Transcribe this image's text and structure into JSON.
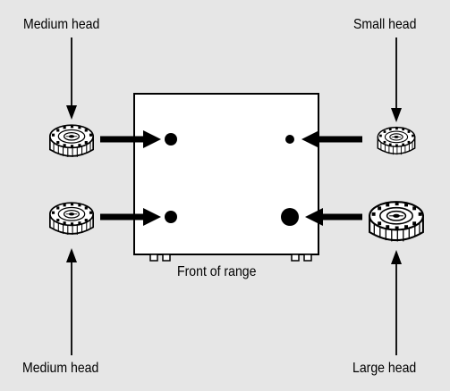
{
  "labels": {
    "top_left": "Medium head",
    "top_right": "Small head",
    "bottom_left": "Medium head",
    "bottom_right": "Large head",
    "range_front": "Front of range"
  },
  "burners": [
    {
      "position": "left-rear",
      "head": "Medium head"
    },
    {
      "position": "right-rear",
      "head": "Small head"
    },
    {
      "position": "left-front",
      "head": "Medium head"
    },
    {
      "position": "right-front",
      "head": "Large head"
    }
  ],
  "colors": {
    "background": "#e6e6e6",
    "range_fill": "#ffffff",
    "ink": "#000000"
  }
}
